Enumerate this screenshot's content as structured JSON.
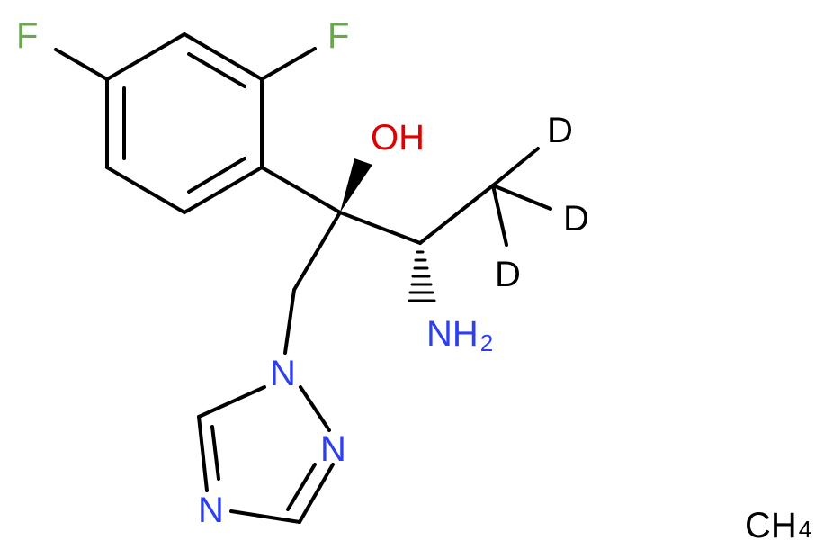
{
  "colors": {
    "bond": "#000000",
    "fluorine": "#6aa84f",
    "oxygen": "#e00000",
    "nitrogen": "#2e3ff0",
    "deuterium": "#000000",
    "carbon": "#000000"
  },
  "atoms": {
    "f_para": "F",
    "f_ortho": "F",
    "hydroxyl": "OH",
    "amino_n": "NH",
    "amino_sub": "2",
    "triazole_n1": "N",
    "triazole_n2": "N",
    "triazole_n4": "N",
    "d1": "D",
    "d2": "D",
    "d3": "D",
    "methane_c": "CH",
    "methane_sub": "4"
  }
}
